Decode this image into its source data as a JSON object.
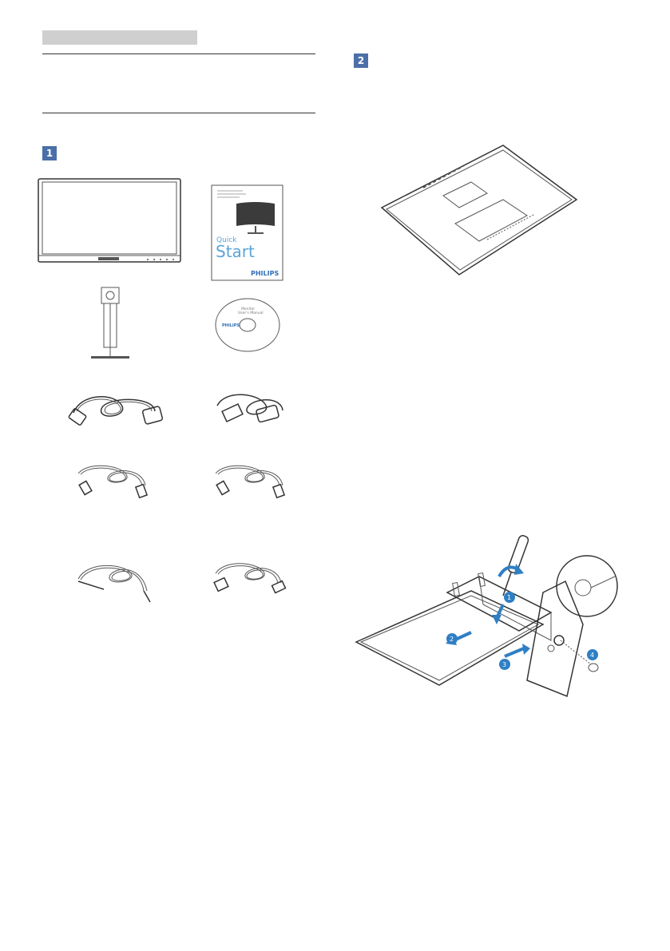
{
  "step1": {
    "badge": "1"
  },
  "step2": {
    "badge": "2"
  },
  "quick_start": {
    "heading_small": "Quick",
    "heading_large": "Start",
    "brand": "PHILIPS"
  },
  "cd": {
    "brand": "PHILIPS",
    "line1": "Monitor",
    "line2": "User's Manual"
  },
  "callouts": [
    "1",
    "2",
    "3",
    "4"
  ],
  "colors": {
    "accent": "#2f7fc4",
    "badge": "#4b6fa8",
    "header_bar": "#cfcfcf"
  }
}
